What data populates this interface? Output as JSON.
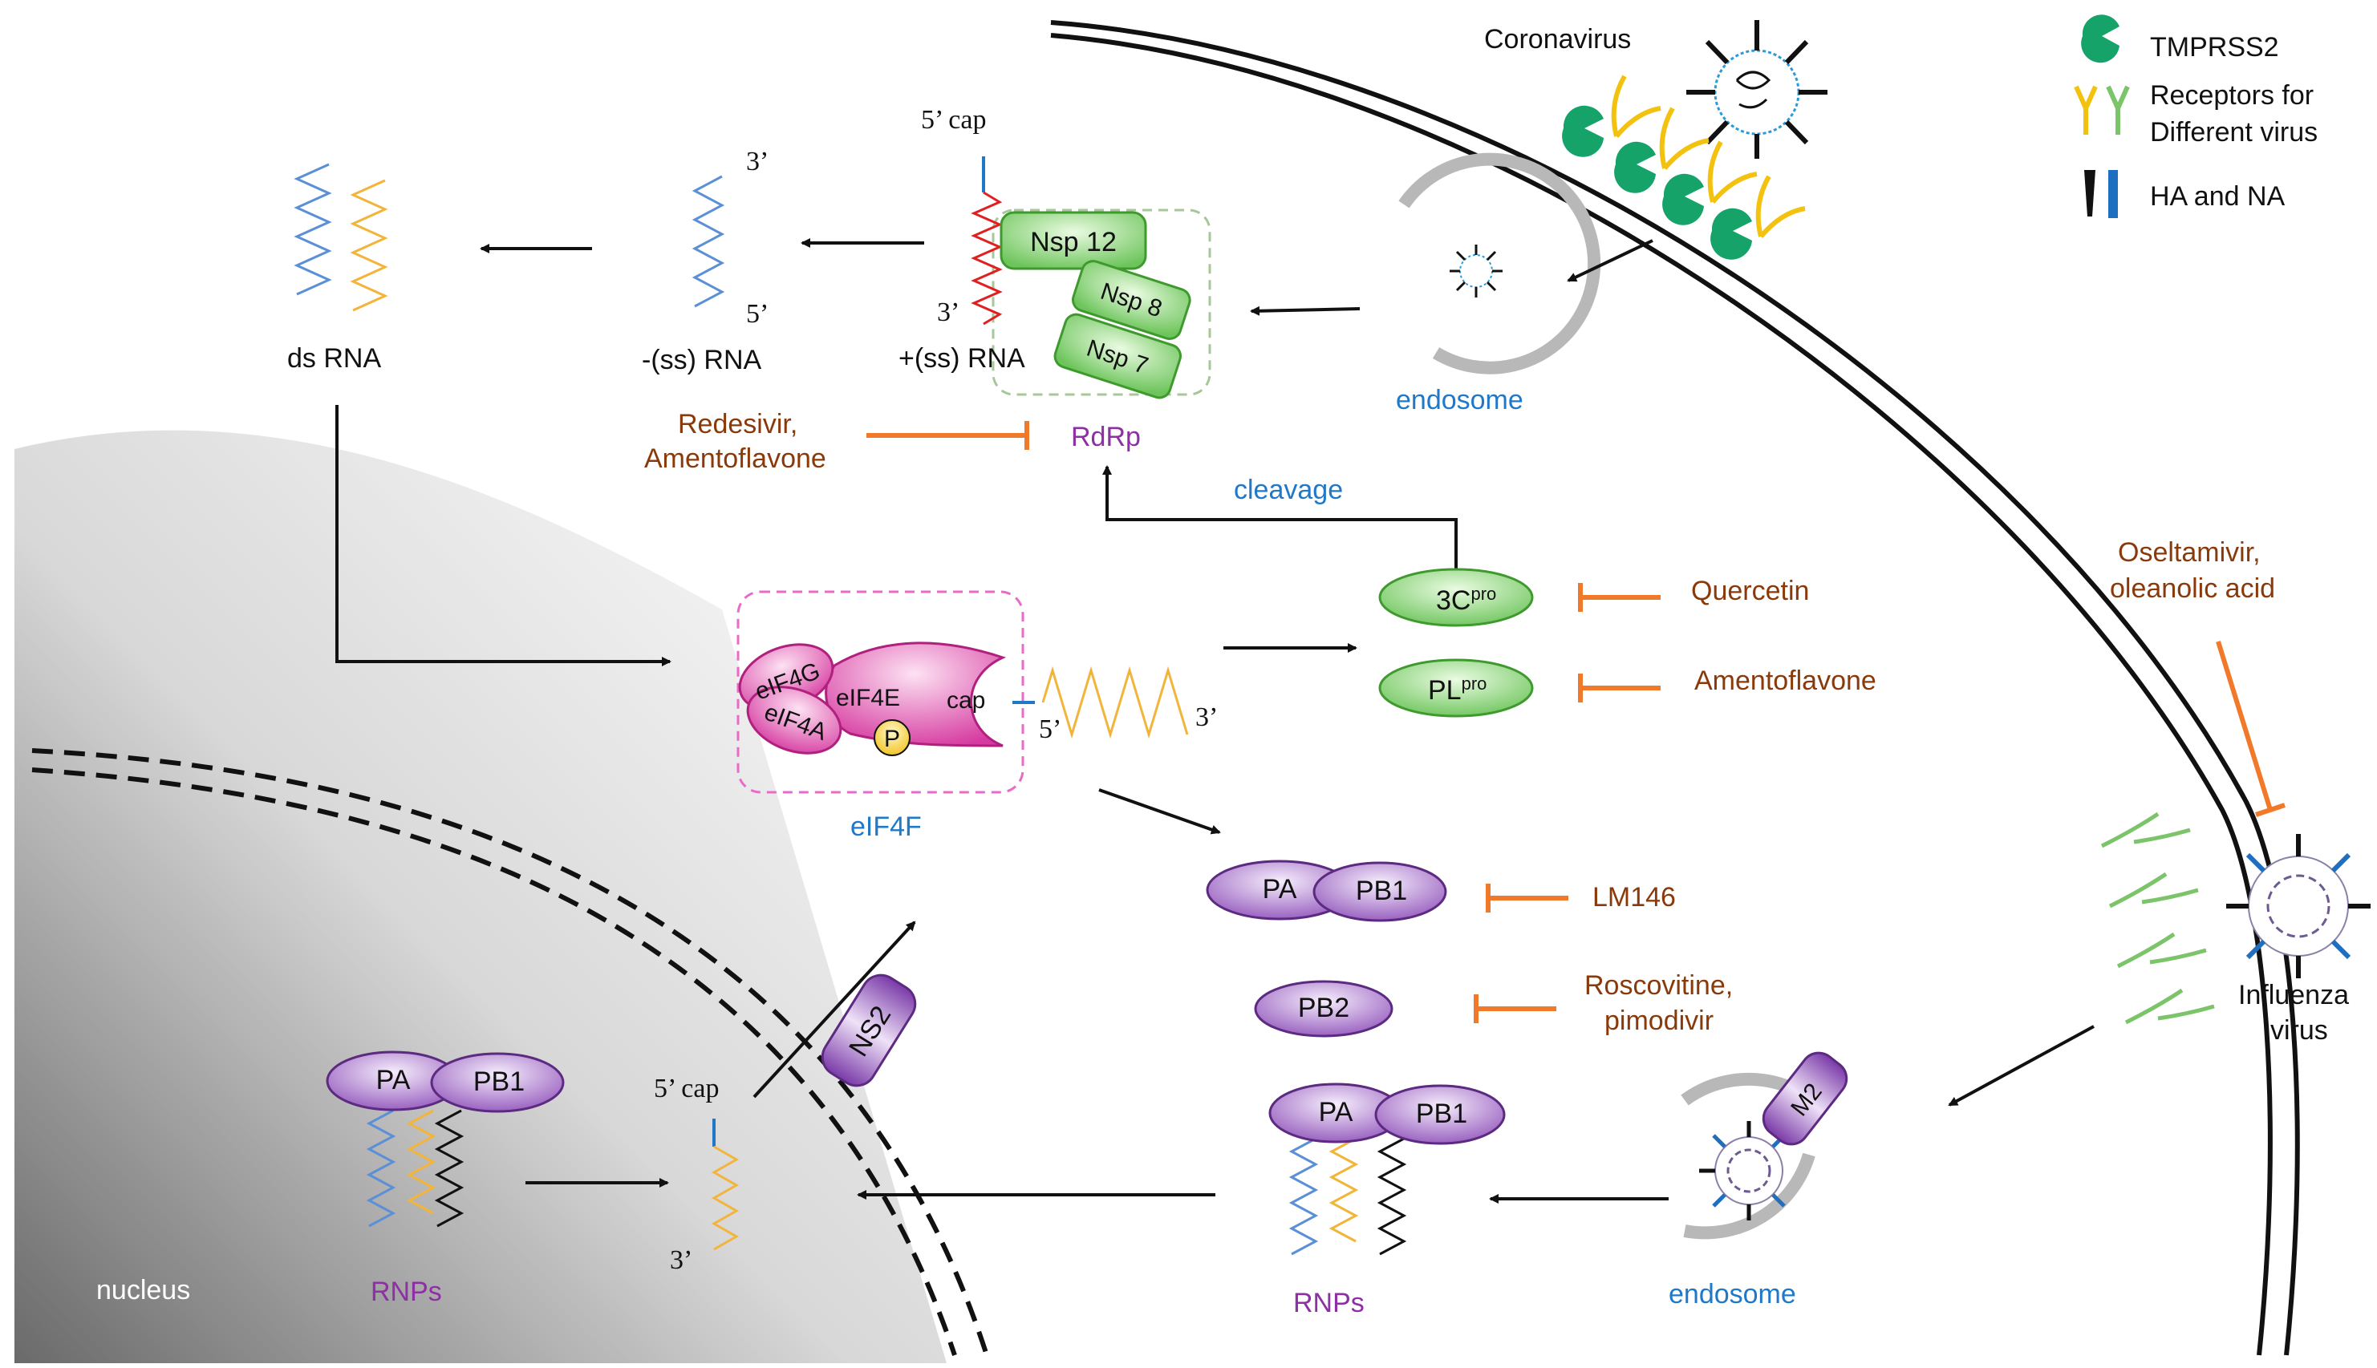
{
  "legend": {
    "tmprss2": "TMPRSS2",
    "receptors_line1": "Receptors for",
    "receptors_line2": "Different virus",
    "ha_na": "HA and NA"
  },
  "coronavirus": {
    "title": "Coronavirus",
    "endosome": "endosome",
    "five_cap": "5’ cap",
    "three_prime": "3’",
    "five_prime": "5’",
    "nsp12": "Nsp 12",
    "nsp8": "Nsp 8",
    "nsp7": "Nsp 7",
    "plus_ssrna": "+(ss) RNA",
    "minus_ssrna": "-(ss) RNA",
    "dsrna": "ds RNA",
    "rdrp": "RdRp",
    "drug_rdrp_line1": "Redesivir,",
    "drug_rdrp_line2": "Amentoflavone",
    "cleavage": "cleavage",
    "c3pro": "3C",
    "c3pro_sup": "pro",
    "plpro": "PL",
    "plpro_sup": "pro",
    "drug_3c": "Quercetin",
    "drug_pl": "Amentoflavone"
  },
  "eif4f": {
    "eif4g": "eIF4G",
    "eif4a": "eIF4A",
    "eif4e": "eIF4E",
    "p": "P",
    "cap": "cap",
    "five_prime": "5’",
    "three_prime": "3’",
    "label": "eIF4F"
  },
  "influenza": {
    "drug_na_line1": "Oseltamivir,",
    "drug_na_line2": "oleanolic acid",
    "virus_line1": "Influenza",
    "virus_line2": "virus",
    "pa": "PA",
    "pb1": "PB1",
    "pb2": "PB2",
    "drug_pb1": "LM146",
    "drug_pb2_line1": "Roscovitine,",
    "drug_pb2_line2": "pimodivir",
    "m2": "M2",
    "endosome": "endosome",
    "rnps": "RNPs",
    "ns2": "NS2",
    "five_cap": "5’ cap",
    "three_prime": "3’"
  },
  "nucleus": {
    "label": "nucleus",
    "pa": "PA",
    "pb1": "PB1",
    "rnps": "RNPs"
  },
  "colors": {
    "drug_text": "#8a3a0a",
    "inhibition": "#f07a2a",
    "blue_text": "#1f78c8",
    "purple_text": "#8e2fa6",
    "green_protein": "#7fd06a",
    "purple_protein": "#9b5fc0",
    "pink_protein": "#e04aa8",
    "tmprss2": "#16a36a"
  }
}
